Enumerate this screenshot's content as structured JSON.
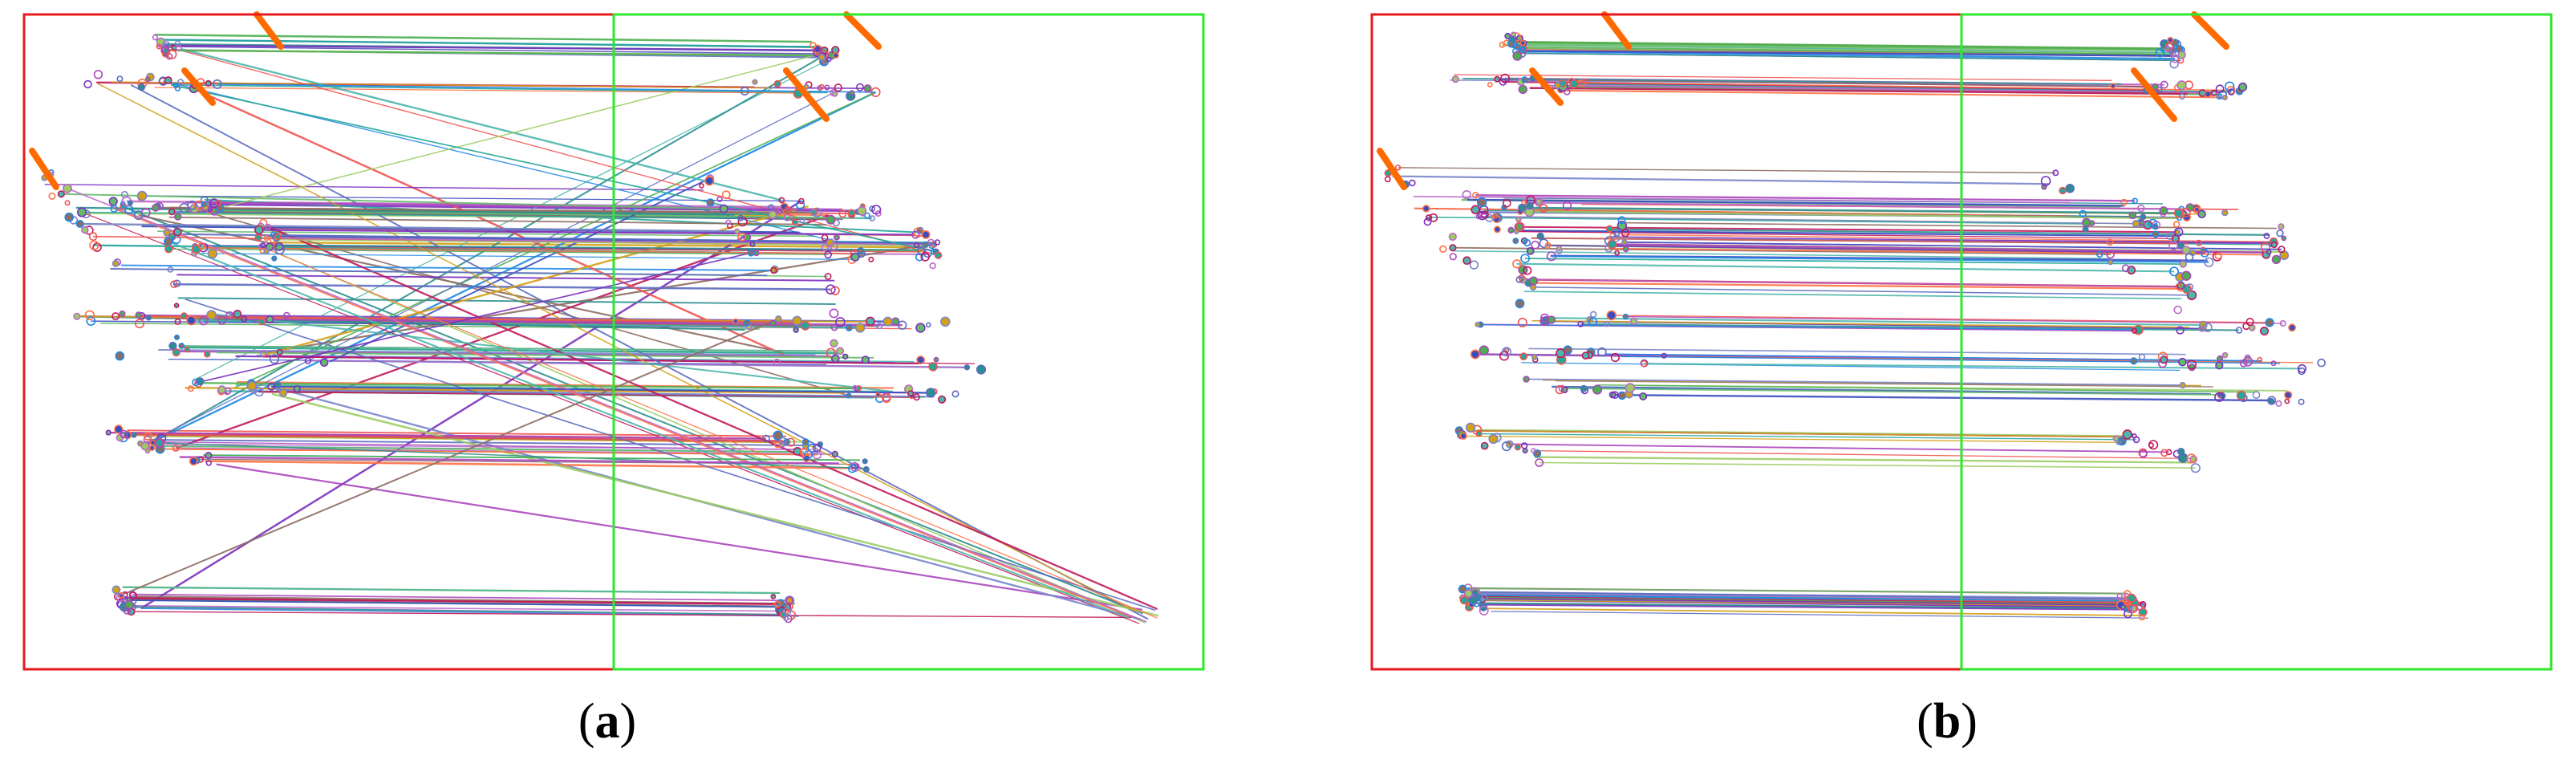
{
  "panels": [
    {
      "id": "a",
      "caption_open": "(",
      "caption_letter": "a",
      "caption_close": ")",
      "variant": "raw"
    },
    {
      "id": "b",
      "caption_open": "(",
      "caption_letter": "b",
      "caption_close": ")",
      "variant": "filtered"
    }
  ],
  "colors": {
    "left_frame": "#e8191e",
    "right_frame": "#2ee82e",
    "background": "#ffffff"
  }
}
